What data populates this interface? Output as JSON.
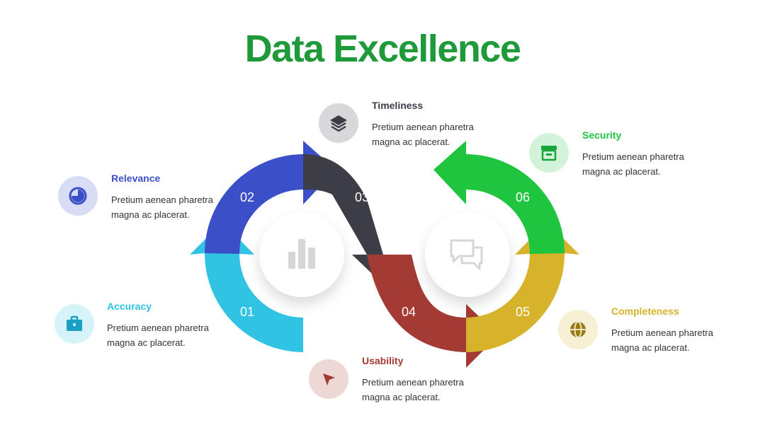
{
  "title": "Data Excellence",
  "colors": {
    "title": "#1f9a3a",
    "accuracy": "#30c3e3",
    "relevance": "#3a4fc8",
    "timeliness": "#3c3d47",
    "usability": "#a33a34",
    "completeness": "#d7b32c",
    "security": "#1fc43f"
  },
  "steps": [
    {
      "number": "01",
      "name": "Accuracy",
      "desc": "Pretium aenean pharetra magna ac placerat.",
      "icon": "briefcase-icon"
    },
    {
      "number": "02",
      "name": "Relevance",
      "desc": "Pretium aenean pharetra magna ac placerat.",
      "icon": "pie-chart-icon"
    },
    {
      "number": "03",
      "name": "Timeliness",
      "desc": "Pretium aenean pharetra magna ac placerat.",
      "icon": "layers-icon"
    },
    {
      "number": "04",
      "name": "Usability",
      "desc": "Pretium aenean pharetra magna ac placerat.",
      "icon": "cursor-arrow-icon"
    },
    {
      "number": "05",
      "name": "Completeness",
      "desc": "Pretium aenean pharetra magna ac placerat.",
      "icon": "globe-icon"
    },
    {
      "number": "06",
      "name": "Security",
      "desc": "Pretium aenean pharetra magna ac placerat.",
      "icon": "archive-box-icon"
    }
  ],
  "center_icons": [
    "bar-chart-icon",
    "chat-bubbles-icon"
  ]
}
